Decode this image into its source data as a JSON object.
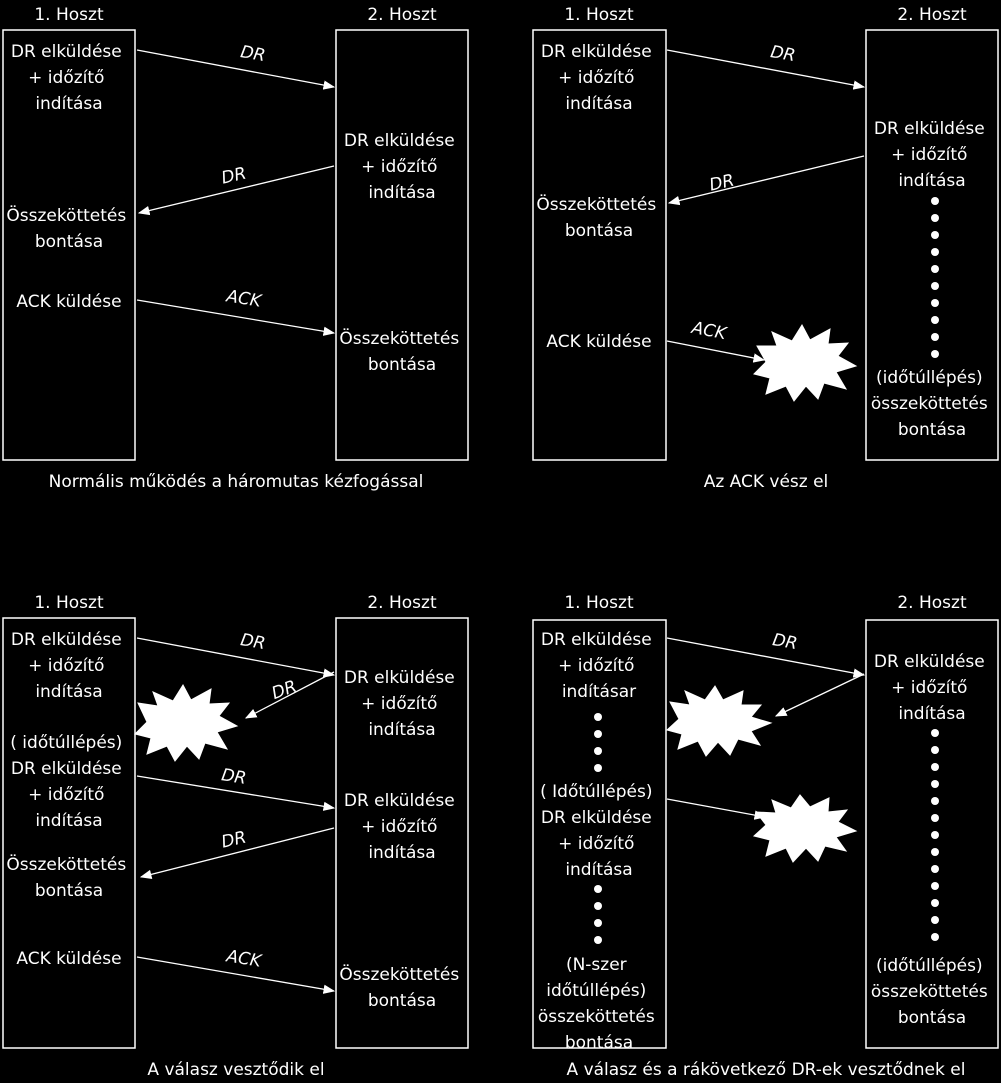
{
  "host1_label": "1. Hoszt",
  "host2_label": "2. Hoszt",
  "panels": [
    {
      "caption": "Normális működés a háromutas kézfogással",
      "h1_texts": [
        [
          "DR elküldése",
          "+ időzítő",
          "indítása"
        ],
        [
          "Összeköttetés",
          "bontása"
        ],
        [
          "ACK küldése"
        ]
      ],
      "h2_texts": [
        [
          "DR elküldése",
          "+ időzítő",
          "indítása"
        ],
        [
          "Összeköttetés",
          "bontása"
        ]
      ],
      "arrows": [
        {
          "label": "DR"
        },
        {
          "label": "DR"
        },
        {
          "label": "ACK"
        }
      ]
    },
    {
      "caption": "Az ACK vész el",
      "h1_texts": [
        [
          "DR elküldése",
          "+ időzítő",
          "indítása"
        ],
        [
          "Összeköttetés",
          "bontása"
        ],
        [
          "ACK küldése"
        ]
      ],
      "h2_texts": [
        [
          "DR elküldése",
          "+ időzítő",
          "indítása"
        ],
        [
          "(időtúllépés)",
          "összeköttetés",
          "bontása"
        ]
      ],
      "arrows": [
        {
          "label": "DR"
        },
        {
          "label": "DR"
        },
        {
          "label": "ACK"
        }
      ]
    },
    {
      "caption": "A válasz vesztődik el",
      "h1_texts": [
        [
          "DR elküldése",
          "+ időzítő",
          "indítása"
        ],
        [
          "( időtúllépés)",
          "DR elküldése",
          "+ időzítő",
          "indítása"
        ],
        [
          "Összeköttetés",
          "bontása"
        ],
        [
          "ACK küldése"
        ]
      ],
      "h2_texts": [
        [
          "DR elküldése",
          "+ időzítő",
          "indítása"
        ],
        [
          "DR elküldése",
          "+ időzítő",
          "indítása"
        ],
        [
          "Összeköttetés",
          "bontása"
        ]
      ],
      "arrows": [
        {
          "label": "DR"
        },
        {
          "label": "DR"
        },
        {
          "label": "DR"
        },
        {
          "label": "DR"
        },
        {
          "label": "ACK"
        }
      ]
    },
    {
      "caption": "A válasz és a rákövetkező DR-ek vesztődnek el",
      "h1_texts": [
        [
          "DR elküldése",
          "+ időzítő",
          "indításar"
        ],
        [
          "( Időtúllépés)",
          "DR elküldése",
          "+ időzítő",
          "indítása"
        ],
        [
          "(N-szer",
          "időtúllépés)",
          "összeköttetés",
          "bontása"
        ]
      ],
      "h2_texts": [
        [
          "DR elküldése",
          "+ időzítő",
          "indítása"
        ],
        [
          "(időtúllépés)",
          "összeköttetés",
          "bontása"
        ]
      ],
      "arrows": [
        {
          "label": "DR"
        },
        {
          "label": ""
        },
        {
          "label": ""
        }
      ]
    }
  ]
}
